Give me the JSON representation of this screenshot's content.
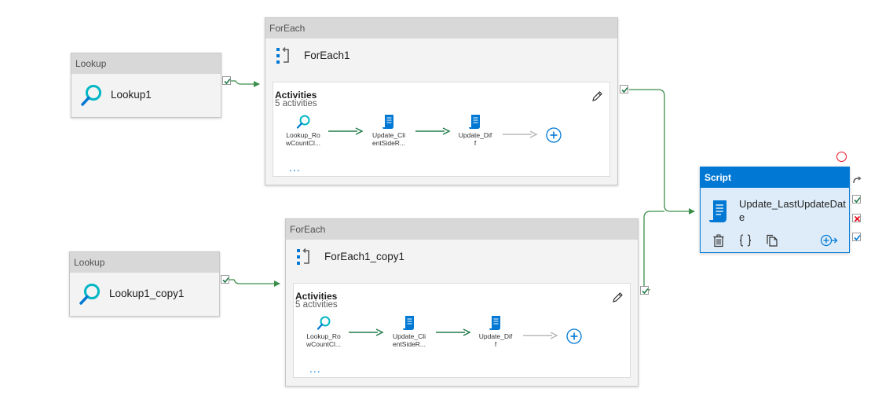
{
  "lookup1": {
    "header": "Lookup",
    "title": "Lookup1",
    "icon": "search-icon"
  },
  "lookup2": {
    "header": "Lookup",
    "title": "Lookup1_copy1",
    "icon": "search-icon"
  },
  "foreach1": {
    "header": "ForEach",
    "title": "ForEach1",
    "icon": "foreach-icon",
    "activities_title": "Activities",
    "activities_count": "5 activities",
    "items": [
      {
        "line1": "Lookup_Ro",
        "line2": "wCountCl...",
        "icon": "search-icon"
      },
      {
        "line1": "Update_Cli",
        "line2": "entSideR...",
        "icon": "script-icon"
      },
      {
        "line1": "Update_Dif",
        "line2": "f",
        "icon": "script-icon"
      }
    ],
    "more": "..."
  },
  "foreach2": {
    "header": "ForEach",
    "title": "ForEach1_copy1",
    "icon": "foreach-icon",
    "activities_title": "Activities",
    "activities_count": "5 activities",
    "items": [
      {
        "line1": "Lookup_Ro",
        "line2": "wCountCl...",
        "icon": "search-icon"
      },
      {
        "line1": "Update_Cli",
        "line2": "entSideR...",
        "icon": "script-icon"
      },
      {
        "line1": "Update_Dif",
        "line2": "f",
        "icon": "script-icon"
      }
    ],
    "more": "..."
  },
  "script": {
    "header": "Script",
    "title": "Update_LastUpdateDate",
    "icon": "script-icon",
    "toolbar_icons": [
      "delete-icon",
      "code-icon",
      "copy-icon",
      "add-output-icon"
    ],
    "side_icons": [
      "skipped-icon",
      "success-icon",
      "failure-icon",
      "completion-icon"
    ]
  },
  "colors": {
    "accent": "#0078d4",
    "success_line": "#237b4b",
    "lookup_icon": "#00b7c3",
    "failure": "#e81123"
  }
}
